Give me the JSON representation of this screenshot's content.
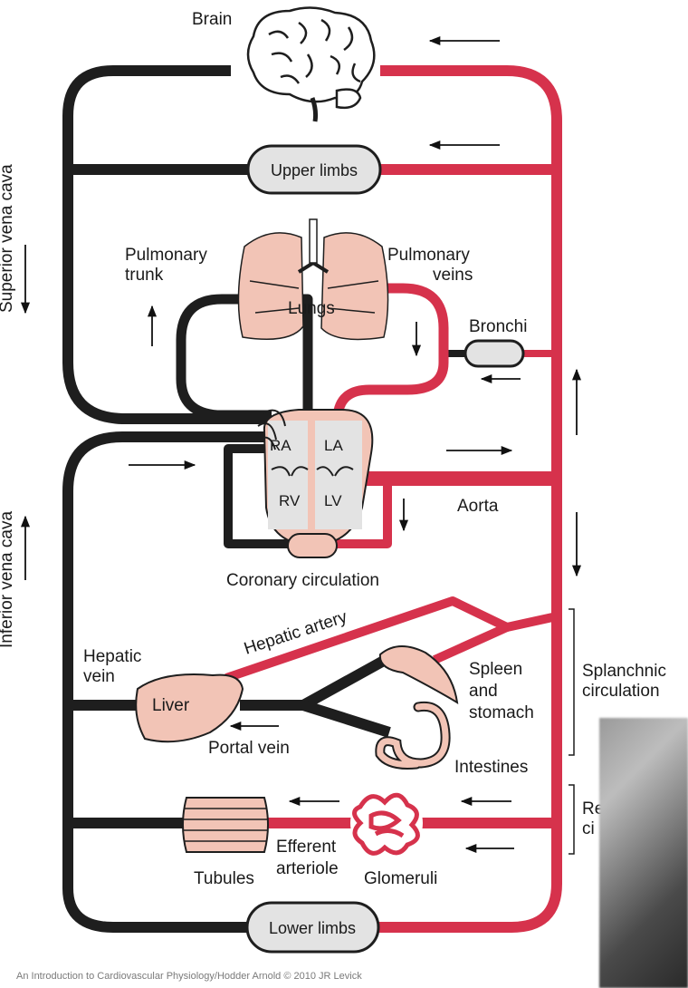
{
  "labels": {
    "brain": "Brain",
    "upper_limbs": "Upper limbs",
    "superior_vena_cava": "Superior vena cava",
    "inferior_vena_cava": "Inferior vena cava",
    "pulmonary_trunk_1": "Pulmonary",
    "pulmonary_trunk_2": "trunk",
    "pulmonary_veins_1": "Pulmonary",
    "pulmonary_veins_2": "veins",
    "lungs": "Lungs",
    "bronchi": "Bronchi",
    "ra": "RA",
    "la": "LA",
    "rv": "RV",
    "lv": "LV",
    "aorta": "Aorta",
    "coronary_circulation": "Coronary circulation",
    "hepatic_artery": "Hepatic artery",
    "hepatic_vein_1": "Hepatic",
    "hepatic_vein_2": "vein",
    "liver": "Liver",
    "spleen_1": "Spleen",
    "spleen_2": "and",
    "spleen_3": "stomach",
    "splanchnic_1": "Splanchnic",
    "splanchnic_2": "circulation",
    "portal_vein": "Portal vein",
    "intestines": "Intestines",
    "renal_1": "Re",
    "renal_2": "ci",
    "efferent_1": "Efferent",
    "efferent_2": "arteriole",
    "tubules": "Tubules",
    "glomeruli": "Glomeruli",
    "lower_limbs": "Lower limbs",
    "credit": "An Introduction to Cardiovascular Physiology/Hodder Arnold © 2010 JR Levick"
  },
  "colors": {
    "venous": "#1e1e1e",
    "arterial": "#d6324c",
    "organ_fill": "#f2c4b6",
    "box_fill": "#e3e3e3"
  }
}
